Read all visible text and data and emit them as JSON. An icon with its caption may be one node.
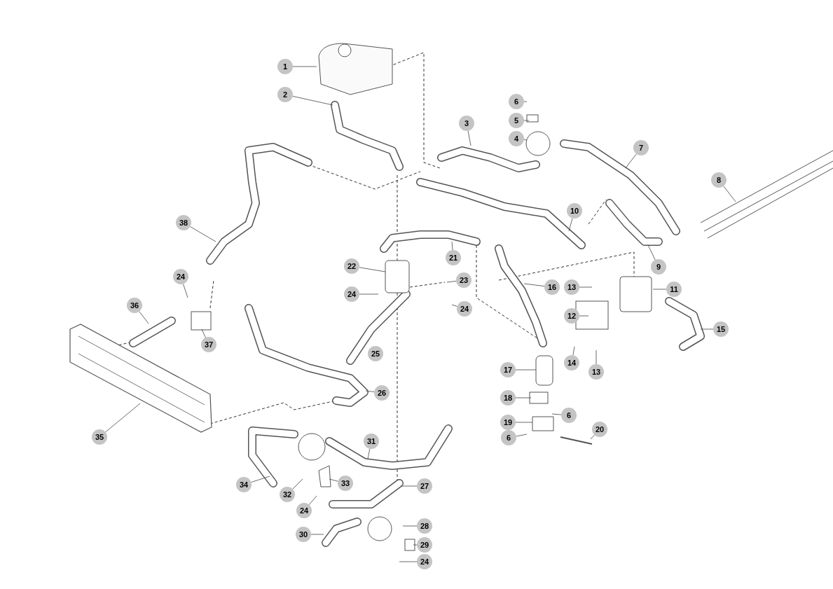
{
  "diagram": {
    "nodes": [
      {
        "text": [
          "1"
        ]
      },
      {
        "text": [
          "2"
        ]
      },
      {
        "text": [
          "6"
        ]
      },
      {
        "text": [
          "5"
        ]
      },
      {
        "text": [
          "3"
        ]
      },
      {
        "text": [
          "4"
        ]
      },
      {
        "text": [
          "7"
        ]
      },
      {
        "text": [
          "8"
        ]
      },
      {
        "text": [
          "10"
        ]
      },
      {
        "text": [
          "38"
        ]
      },
      {
        "text": [
          "21"
        ]
      },
      {
        "text": [
          "22"
        ]
      },
      {
        "text": [
          "9"
        ]
      },
      {
        "text": [
          "24"
        ]
      },
      {
        "text": [
          "23"
        ]
      },
      {
        "text": [
          "16"
        ]
      },
      {
        "text": [
          "13"
        ]
      },
      {
        "text": [
          "11"
        ]
      },
      {
        "text": [
          "24"
        ]
      },
      {
        "text": [
          "36"
        ]
      },
      {
        "text": [
          "24"
        ]
      },
      {
        "text": [
          "12"
        ]
      },
      {
        "text": [
          "15"
        ]
      },
      {
        "text": [
          "37"
        ]
      },
      {
        "text": [
          "25"
        ]
      },
      {
        "text": [
          "14"
        ]
      },
      {
        "text": [
          "17"
        ]
      },
      {
        "text": [
          "13"
        ]
      },
      {
        "text": [
          "26"
        ]
      },
      {
        "text": [
          "18"
        ]
      },
      {
        "text": [
          "6"
        ]
      },
      {
        "text": [
          "19"
        ]
      },
      {
        "text": [
          "20"
        ]
      },
      {
        "text": [
          "35"
        ]
      },
      {
        "text": [
          "6"
        ]
      },
      {
        "text": [
          "31"
        ]
      },
      {
        "text": [
          "34"
        ]
      },
      {
        "text": [
          "33"
        ]
      },
      {
        "text": [
          "27"
        ]
      },
      {
        "text": [
          "32"
        ]
      },
      {
        "text": [
          "24"
        ]
      },
      {
        "text": [
          "28"
        ]
      },
      {
        "text": [
          "30"
        ]
      },
      {
        "text": [
          "29"
        ]
      },
      {
        "text": [
          "24"
        ]
      }
    ],
    "edges": [
      {
        "from": 0,
        "to": null,
        "arrow": "none"
      },
      {
        "from": 1,
        "to": null,
        "arrow": "none"
      },
      {
        "from": 2,
        "to": null,
        "arrow": "none"
      },
      {
        "from": 3,
        "to": null,
        "arrow": "none"
      },
      {
        "from": 4,
        "to": null,
        "arrow": "none"
      },
      {
        "from": 5,
        "to": null,
        "arrow": "none"
      },
      {
        "from": 6,
        "to": null,
        "arrow": "none"
      },
      {
        "from": 7,
        "to": null,
        "arrow": "none"
      },
      {
        "from": 8,
        "to": null,
        "arrow": "none"
      },
      {
        "from": 9,
        "to": null,
        "arrow": "none"
      },
      {
        "from": 10,
        "to": null,
        "arrow": "none"
      },
      {
        "from": 11,
        "to": null,
        "arrow": "none"
      },
      {
        "from": 12,
        "to": null,
        "arrow": "none"
      },
      {
        "from": 13,
        "to": null,
        "arrow": "none"
      },
      {
        "from": 14,
        "to": null,
        "arrow": "none"
      },
      {
        "from": 15,
        "to": null,
        "arrow": "none"
      },
      {
        "from": 16,
        "to": null,
        "arrow": "none"
      },
      {
        "from": 17,
        "to": null,
        "arrow": "none"
      },
      {
        "from": 18,
        "to": null,
        "arrow": "none"
      },
      {
        "from": 19,
        "to": null,
        "arrow": "none"
      },
      {
        "from": 20,
        "to": null,
        "arrow": "none"
      },
      {
        "from": 21,
        "to": null,
        "arrow": "none"
      },
      {
        "from": 22,
        "to": null,
        "arrow": "none"
      },
      {
        "from": 23,
        "to": null,
        "arrow": "none"
      },
      {
        "from": 25,
        "to": null,
        "arrow": "none"
      },
      {
        "from": 26,
        "to": null,
        "arrow": "none"
      },
      {
        "from": 27,
        "to": null,
        "arrow": "none"
      },
      {
        "from": 28,
        "to": null,
        "arrow": "none"
      },
      {
        "from": 29,
        "to": null,
        "arrow": "none"
      },
      {
        "from": 30,
        "to": null,
        "arrow": "none"
      },
      {
        "from": 31,
        "to": null,
        "arrow": "none"
      },
      {
        "from": 32,
        "to": null,
        "arrow": "none"
      },
      {
        "from": 33,
        "to": null,
        "arrow": "none"
      },
      {
        "from": 34,
        "to": null,
        "arrow": "none"
      },
      {
        "from": 35,
        "to": null,
        "arrow": "none"
      },
      {
        "from": 36,
        "to": null,
        "arrow": "none"
      },
      {
        "from": 37,
        "to": null,
        "arrow": "none"
      },
      {
        "from": 38,
        "to": null,
        "arrow": "none"
      },
      {
        "from": 39,
        "to": null,
        "arrow": "none"
      },
      {
        "from": 40,
        "to": null,
        "arrow": "none"
      },
      {
        "from": 41,
        "to": null,
        "arrow": "none"
      },
      {
        "from": 42,
        "to": null,
        "arrow": "none"
      },
      {
        "from": 43,
        "to": null,
        "arrow": "none"
      },
      {
        "from": 44,
        "to": null,
        "arrow": "none"
      }
    ]
  }
}
